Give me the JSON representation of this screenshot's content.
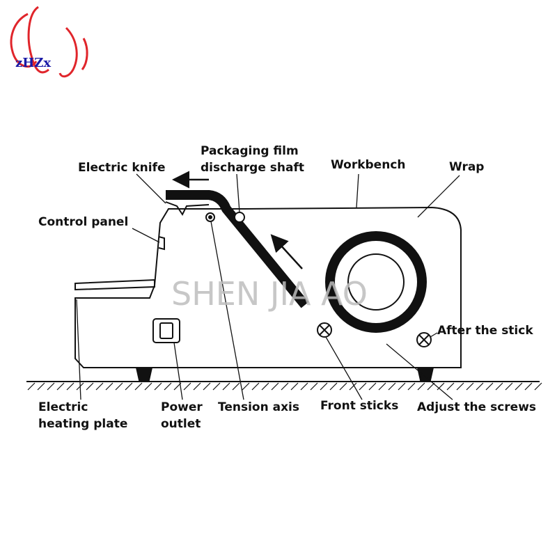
{
  "logo": {
    "text": "zHZx"
  },
  "watermark": "SHEN JIA AO",
  "labels": {
    "electric_knife": "Electric knife",
    "packaging_film_line1": "Packaging film",
    "packaging_film_line2": "discharge shaft",
    "workbench": "Workbench",
    "wrap": "Wrap",
    "control_panel": "Control panel",
    "after_the_stick": "After the stick",
    "electric_line1": "Electric",
    "electric_line2": "heating plate",
    "power_line1": "Power",
    "power_line2": "outlet",
    "tension_axis": "Tension axis",
    "front_sticks": "Front sticks",
    "adjust_screws": "Adjust the screws"
  },
  "colors": {
    "logo_red": "#e0252b",
    "logo_blue": "#1a1aa6",
    "line": "#111111",
    "watermark": "#bdbdbd"
  }
}
